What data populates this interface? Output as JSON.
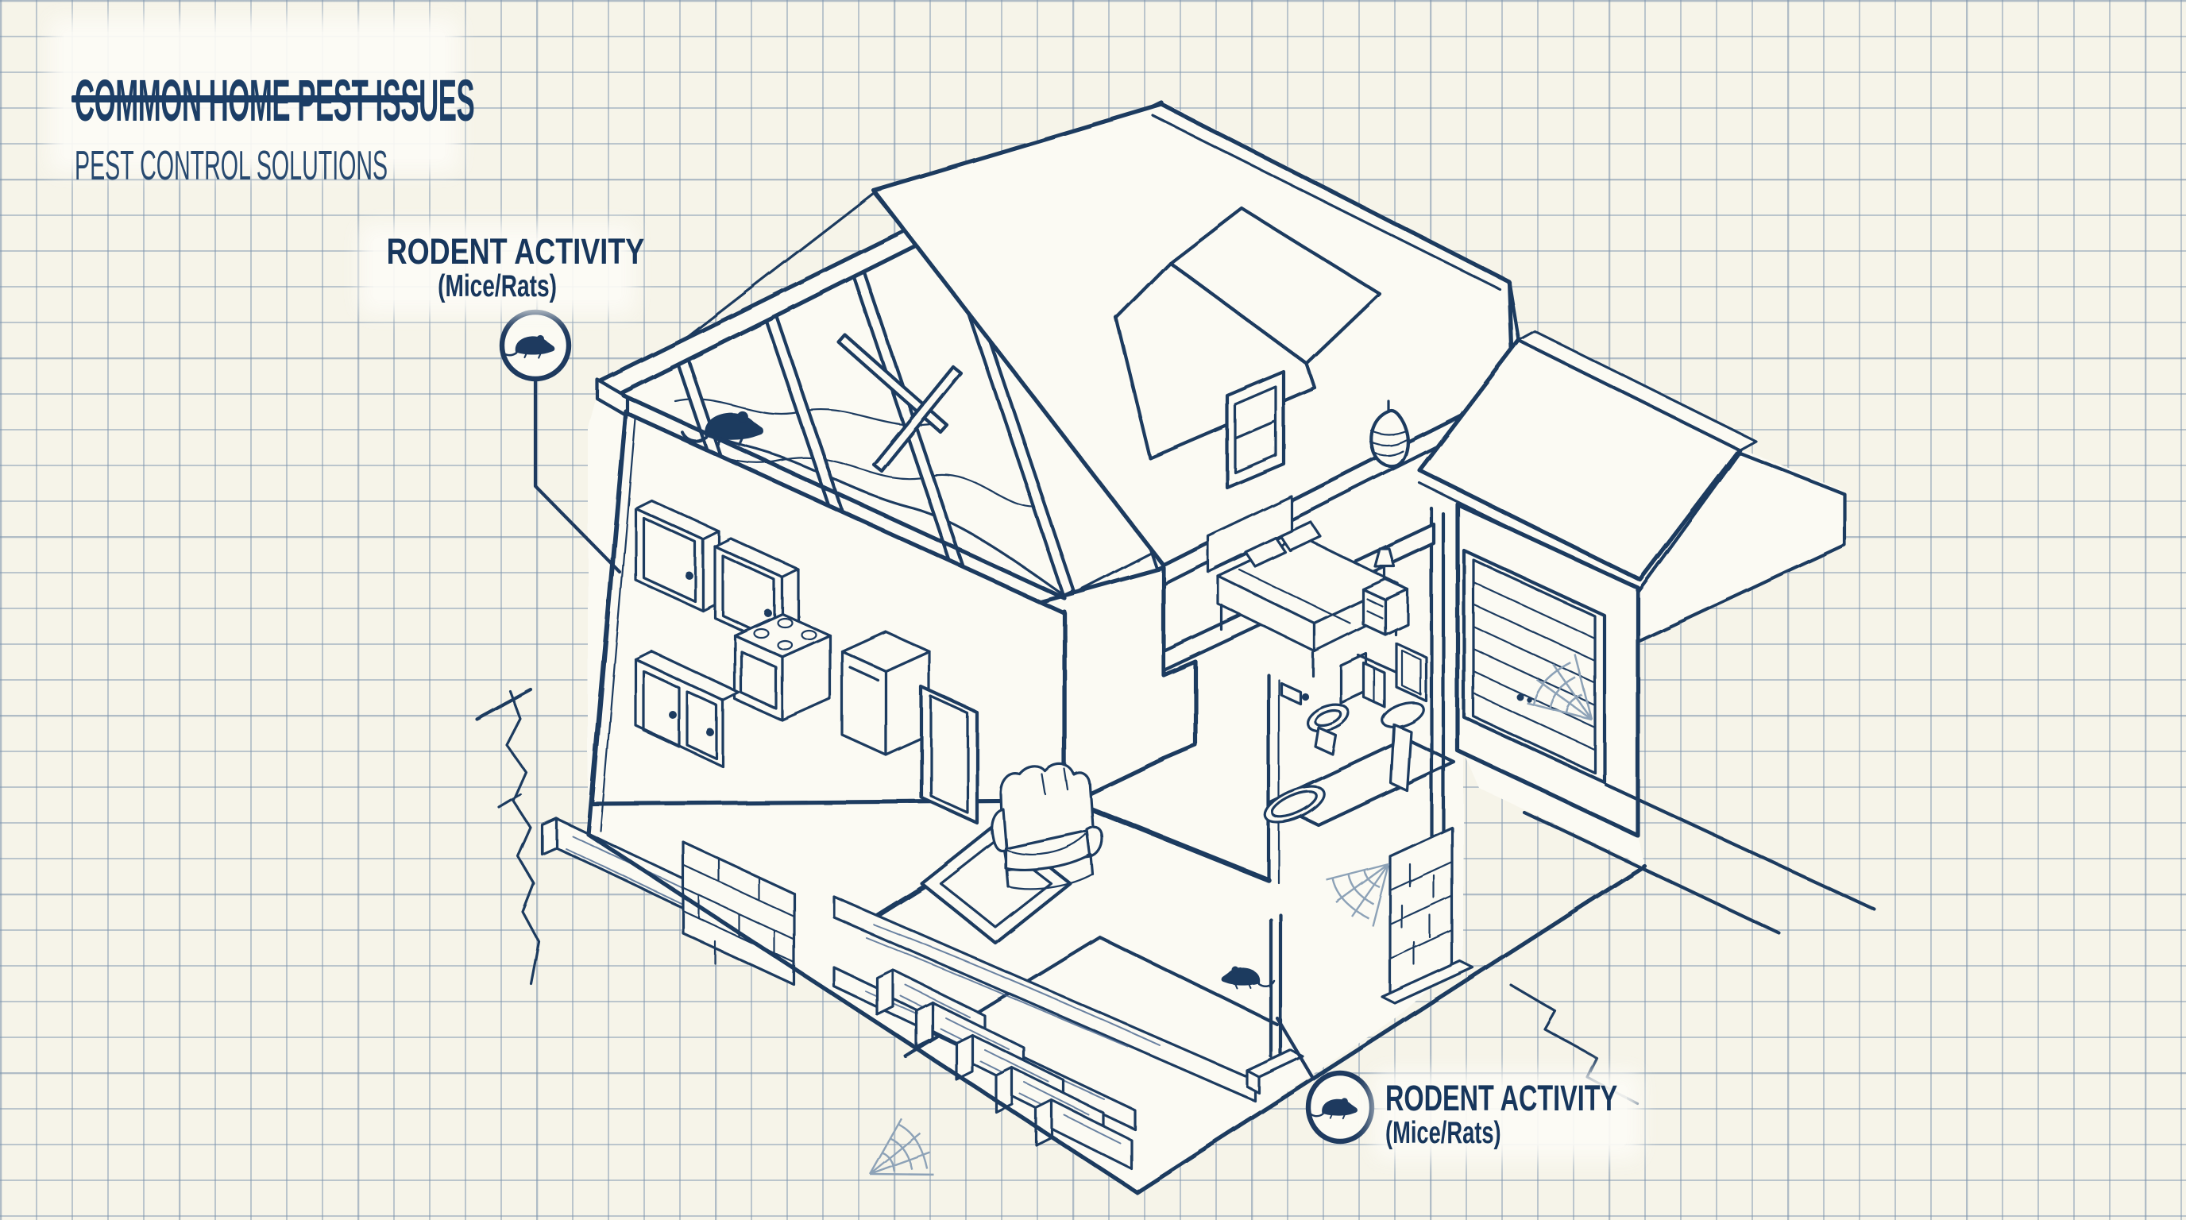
{
  "title": {
    "heading": "COMMON HOME PEST ISSUES",
    "subheading": "PEST CONTROL SOLUTIONS"
  },
  "callouts": [
    {
      "id": "attic-rodents",
      "title": "RODENT ACTIVITY",
      "subtitle": "(Mice/Rats)",
      "icon": "mouse-icon",
      "points_to": "attic insulation"
    },
    {
      "id": "basement-rodents",
      "title": "RODENT ACTIVITY",
      "subtitle": "(Mice/Rats)",
      "icon": "mouse-icon",
      "points_to": "basement"
    }
  ],
  "diagram": {
    "style": "blueprint cutaway house on graph paper",
    "rooms": [
      "attic",
      "kitchen",
      "bedroom",
      "bathroom",
      "living room",
      "basement",
      "garage"
    ],
    "pests_shown": [
      {
        "type": "mouse",
        "location": "attic insulation"
      },
      {
        "type": "mouse",
        "location": "basement"
      },
      {
        "type": "spider web",
        "location": "basement corner"
      },
      {
        "type": "spider web",
        "location": "foundation pier"
      },
      {
        "type": "spider web",
        "location": "garage door"
      },
      {
        "type": "wasp nest",
        "location": "under eave"
      }
    ],
    "damage_shown": [
      "ground crack left of foundation",
      "ground crack right of foundation"
    ]
  },
  "colors": {
    "ink": "#1e3a5f",
    "title_navy": "#1c3e66",
    "paper": "#f6f4e9",
    "grid": "#aebecd",
    "web_gray": "#8da2b7"
  }
}
